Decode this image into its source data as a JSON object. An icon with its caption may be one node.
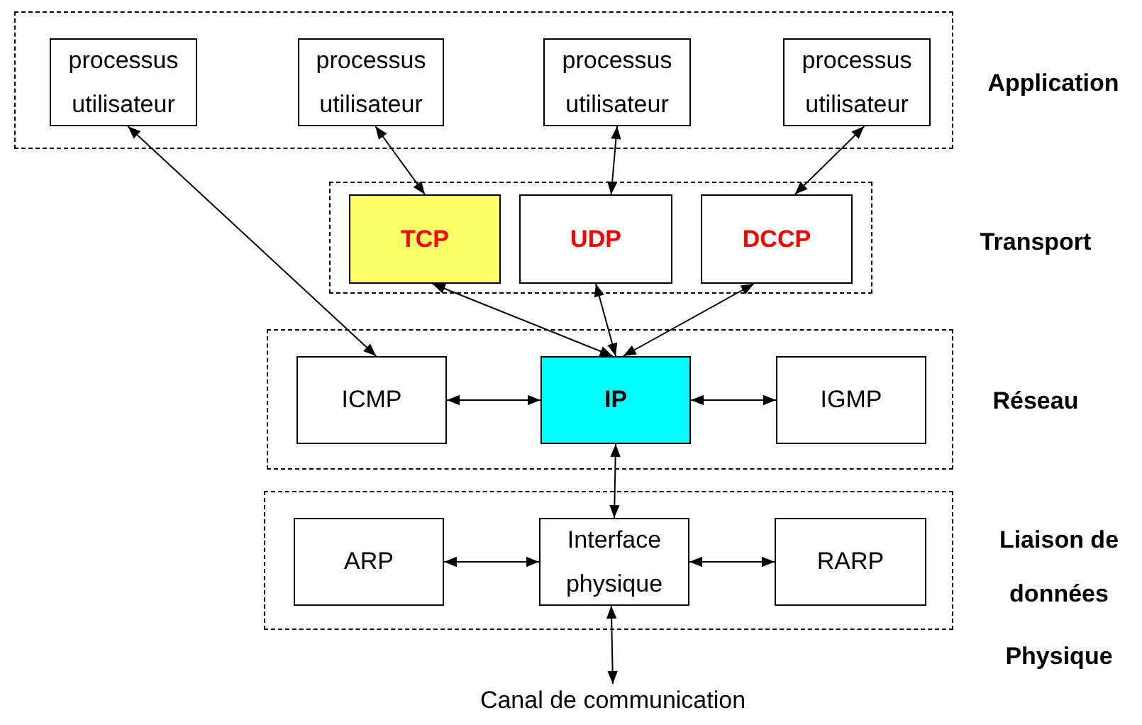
{
  "diagram": {
    "nodes": [
      {
        "text": [
          "Application"
        ]
      },
      {
        "text": [
          "processus utilisateur"
        ],
        "in": 0
      },
      {
        "text": [
          "processus utilisateur"
        ],
        "in": 0
      },
      {
        "text": [
          "processus utilisateur"
        ],
        "in": 0
      },
      {
        "text": [
          "processus utilisateur"
        ],
        "in": 0
      },
      {
        "text": [
          "Transport"
        ]
      },
      {
        "text": [
          "TCP"
        ],
        "in": 5
      },
      {
        "text": [
          "UDP"
        ],
        "in": 5
      },
      {
        "text": [
          "DCCP"
        ],
        "in": 5
      },
      {
        "text": [
          "Réseau"
        ]
      },
      {
        "text": [
          "ICMP"
        ],
        "in": 9
      },
      {
        "text": [
          "IP"
        ],
        "in": 9
      },
      {
        "text": [
          "IGMP"
        ],
        "in": 9
      },
      {
        "text": [
          "Liaison de données"
        ]
      },
      {
        "text": [
          "ARP"
        ],
        "in": 13
      },
      {
        "text": [
          "Interface physique"
        ],
        "in": 13
      },
      {
        "text": [
          "RARP"
        ],
        "in": 13
      },
      {
        "text": [
          "Canal de communication"
        ]
      }
    ],
    "edges": [
      {
        "from": 1,
        "to": 10,
        "arrow": "both"
      },
      {
        "from": 2,
        "to": 6,
        "arrow": "both"
      },
      {
        "from": 3,
        "to": 7,
        "arrow": "both"
      },
      {
        "from": 4,
        "to": 8,
        "arrow": "both"
      },
      {
        "from": 6,
        "to": 11,
        "arrow": "both"
      },
      {
        "from": 7,
        "to": 11,
        "arrow": "both"
      },
      {
        "from": 8,
        "to": 11,
        "arrow": "both"
      },
      {
        "from": 10,
        "to": 11,
        "arrow": "both"
      },
      {
        "from": 11,
        "to": 12,
        "arrow": "both"
      },
      {
        "from": 11,
        "to": 15,
        "arrow": "both"
      },
      {
        "from": 14,
        "to": 15,
        "arrow": "both"
      },
      {
        "from": 15,
        "to": 16,
        "arrow": "both"
      },
      {
        "from": 15,
        "to": 17,
        "arrow": "both"
      }
    ],
    "labels": [
      "Physique"
    ]
  }
}
